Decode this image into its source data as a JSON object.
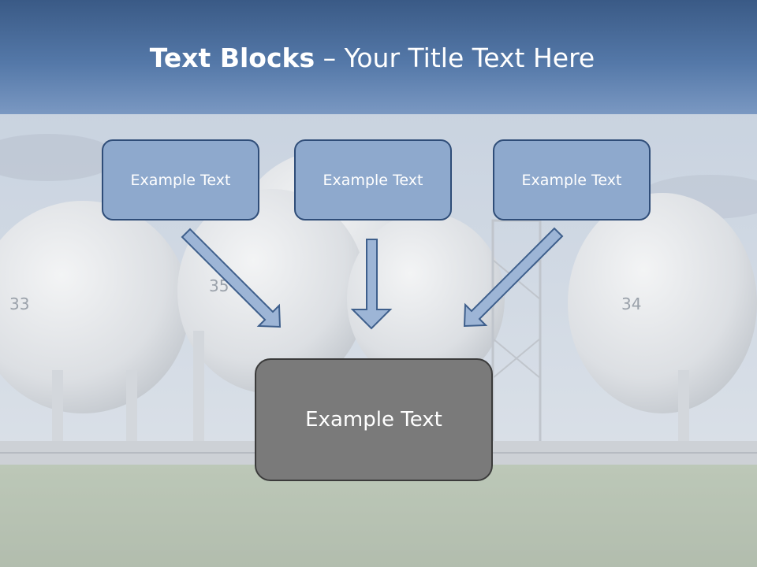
{
  "title": {
    "bold": "Text Blocks",
    "rest": " – Your Title Text Here"
  },
  "boxes": {
    "top_left": "Example Text",
    "top_center": "Example Text",
    "top_right": "Example Text",
    "main": "Example Text"
  },
  "colors": {
    "header_dark": "#3a5a86",
    "header_light": "#7a98c2",
    "box_fill": "#8ea9cd",
    "box_border": "#2f4d78",
    "main_box_fill": "#7a7a7a",
    "arrow_fill": "#9db5d6"
  }
}
